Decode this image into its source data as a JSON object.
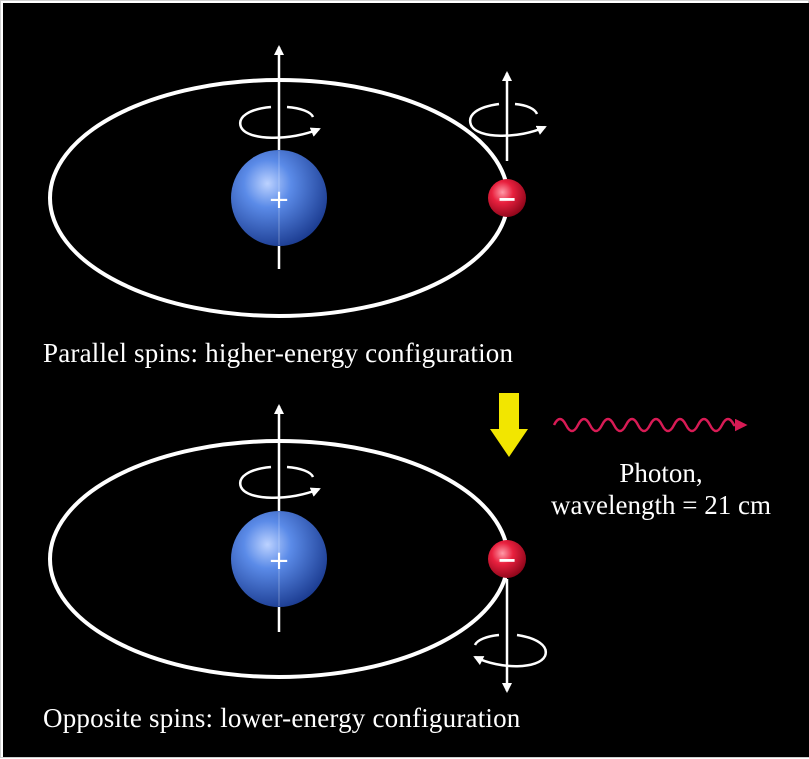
{
  "title": "",
  "top_configuration": {
    "caption": "Parallel spins: higher-energy configuration",
    "proton_symbol": "+",
    "electron_symbol": "−"
  },
  "bottom_configuration": {
    "caption": "Opposite spins: lower-energy configuration",
    "proton_symbol": "+",
    "electron_symbol": "−"
  },
  "photon": {
    "label_line1": "Photon,",
    "label_line2": "wavelength = 21 cm"
  },
  "colors": {
    "background": "#000000",
    "orbit": "#ffffff",
    "proton": "#3b6fd8",
    "electron": "#e2143c",
    "transition_arrow": "#f2e600",
    "photon_wave": "#d81b55"
  }
}
